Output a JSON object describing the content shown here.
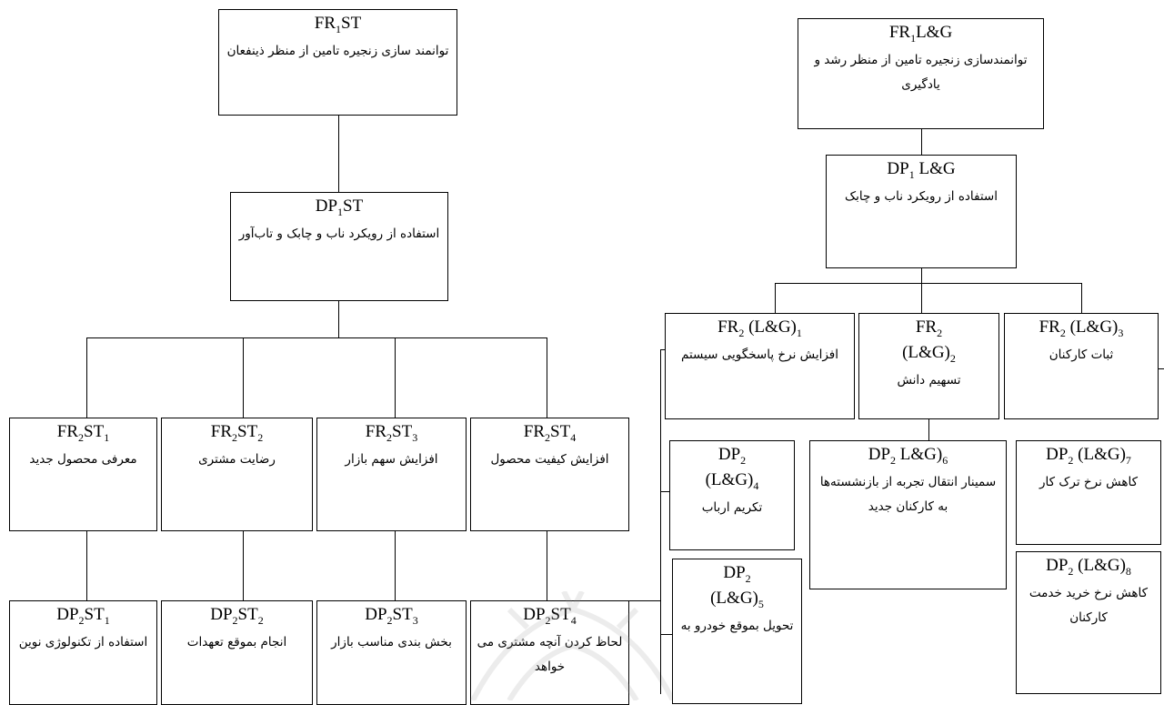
{
  "left": {
    "root": {
      "code": "FR",
      "sub": "1",
      "code2": "ST",
      "text": "توانمند سازی زنجیره تامین  از منظر ذینفعان"
    },
    "dp1": {
      "code": "DP",
      "sub": "1",
      "code2": "ST",
      "text": "استفاده از رویکرد ناب و چابک  و تاب‌آور"
    },
    "fr2": [
      {
        "code": "FR",
        "sub": "2",
        "code2": "ST",
        "sub2": "1",
        "text": "معرفی محصول جدید"
      },
      {
        "code": "FR",
        "sub": "2",
        "code2": "ST",
        "sub2": "2",
        "text": "رضایت مشتری"
      },
      {
        "code": "FR",
        "sub": "2",
        "code2": "ST",
        "sub2": "3",
        "text": "افزایش سهم بازار"
      },
      {
        "code": "FR",
        "sub": "2",
        "code2": "ST",
        "sub2": "4",
        "text": "افزایش کیفیت محصول"
      }
    ],
    "dp2": [
      {
        "code": "DP",
        "sub": "2",
        "code2": "ST",
        "sub2": "1",
        "text": "استفاده از تکنولوژی نوین"
      },
      {
        "code": "DP",
        "sub": "2",
        "code2": "ST",
        "sub2": "2",
        "text": "انجام بموقع تعهدات"
      },
      {
        "code": "DP",
        "sub": "2",
        "code2": "ST",
        "sub2": "3",
        "text": "بخش بندی مناسب بازار"
      },
      {
        "code": "DP",
        "sub": "2",
        "code2": "ST",
        "sub2": "4",
        "text": "لحاظ کردن آنچه مشتری می خواهد"
      }
    ]
  },
  "right": {
    "root": {
      "code": "FR",
      "sub": "1",
      "code2": "L&G",
      "text": "توانمندسازی زنجیره تامین  از منظر رشد و یادگیری"
    },
    "dp1": {
      "code": "DP",
      "sub": "1",
      "code2": " L&G",
      "text": "استفاده از رویکرد ناب و چابک"
    },
    "fr2": [
      {
        "code": "FR",
        "sub": "2",
        "code2": " (L&G)",
        "sub2": "1",
        "text": "افزایش نرخ پاسخگویی سیستم"
      },
      {
        "code": "FR",
        "sub": "2",
        "code2": "(L&G)",
        "sub2": "2",
        "text": "تسهیم دانش"
      },
      {
        "code": "FR",
        "sub": "2",
        "code2": " (L&G)",
        "sub2": "3",
        "text": "ثبات کارکنان"
      }
    ],
    "dp2": [
      {
        "code": "DP",
        "sub": "2",
        "code2": "(L&G)",
        "sub2": "4",
        "text": "تکریم ارباب"
      },
      {
        "code": "DP",
        "sub": "2",
        "code2": "(L&G)",
        "sub2": "5",
        "text": "تحویل بموقع خودرو به"
      },
      {
        "code": "DP",
        "sub": "2",
        "code2": " L&G)",
        "sub2": "6",
        "text": "سمینار انتقال تجربه از بازنشسته‌ها به کارکنان جدید"
      },
      {
        "code": "DP",
        "sub": "2",
        "code2": " (L&G)",
        "sub2": "7",
        "text": "کاهش نرخ ترک کار"
      },
      {
        "code": "DP",
        "sub": "2",
        "code2": " (L&G)",
        "sub2": "8",
        "text": "کاهش نرخ خرید خدمت کارکنان"
      }
    ]
  },
  "colors": {
    "line": "#000000",
    "background": "#ffffff",
    "watermark": "#9a9a9a"
  }
}
